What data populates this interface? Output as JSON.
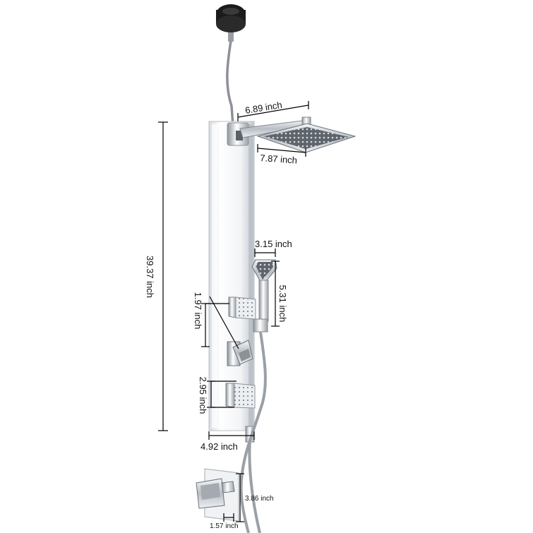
{
  "dimensions": {
    "shower_arm_length": "6.89 inch",
    "rain_head_width": "7.87 inch",
    "panel_height": "39.37 inch",
    "handheld_width": "3.15 inch",
    "handheld_length": "5.31 inch",
    "valve_spacing": "1.97 inch",
    "body_jet_height": "2.95 inch",
    "panel_width": "4.92 inch",
    "mixer_plate_height": "3.86 inch",
    "mixer_plate_width": "1.57 inch"
  },
  "colors": {
    "dimension_line": "#000000",
    "panel_face": "#f4f6f8",
    "chrome": "#c9ced4",
    "chrome_dark": "#7d838a",
    "knob": "#1b1b1b"
  }
}
